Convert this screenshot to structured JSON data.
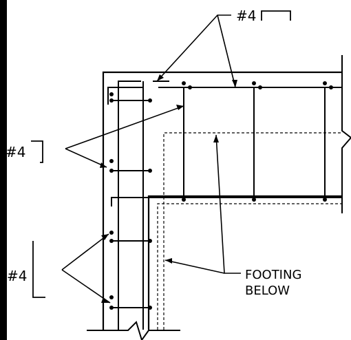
{
  "labels": {
    "top_bar": "#4",
    "left_bar": "#4",
    "bottom_bar": "#4",
    "footing_line1": "FOOTING",
    "footing_line2": "BELOW"
  },
  "colors": {
    "ink": "#000000",
    "background": "#ffffff"
  }
}
